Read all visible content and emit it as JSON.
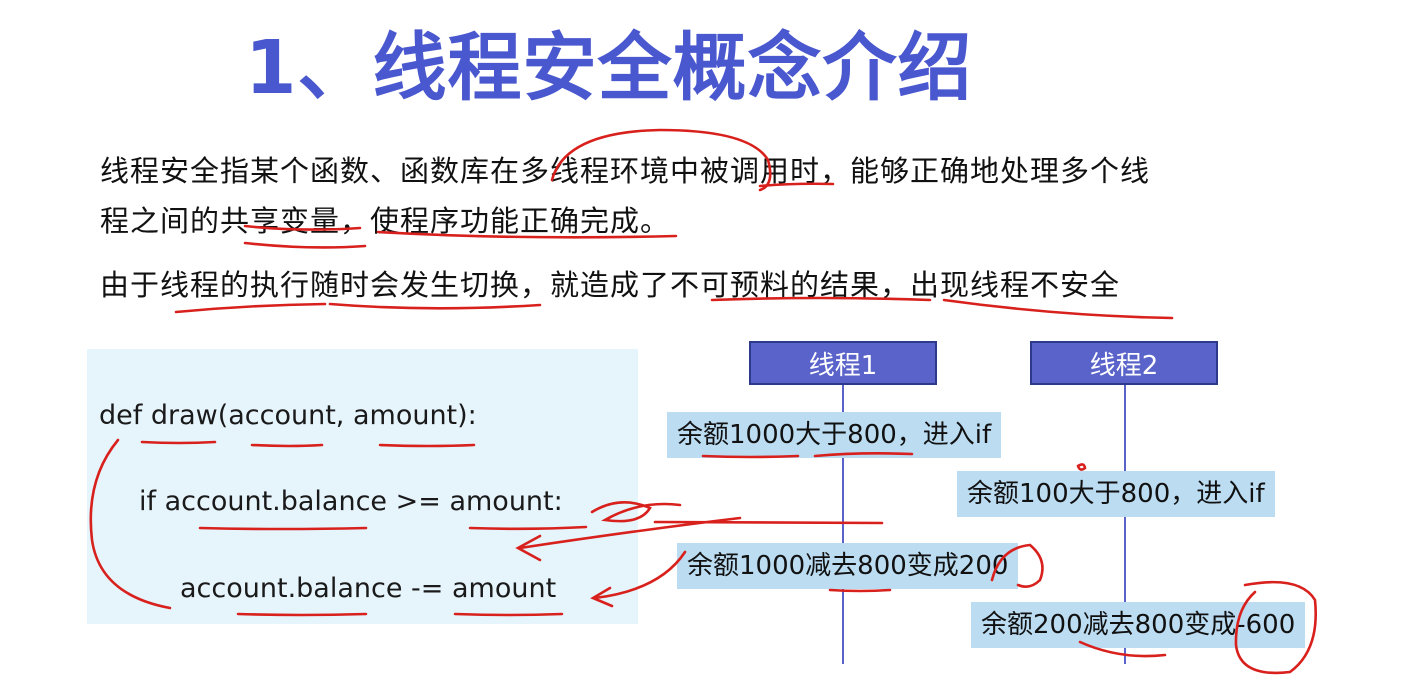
{
  "title": "1、线程安全概念介绍",
  "paragraphs": {
    "p1_line1": "线程安全指某个函数、函数库在多线程环境中被调用时，能够正确地处理多个线",
    "p1_line2": "程之间的共享变量，使程序功能正确完成。",
    "p2": "由于线程的执行随时会发生切换，就造成了不可预料的结果，出现线程不安全"
  },
  "code": {
    "line1": "def draw(account, amount):",
    "line2": "if account.balance >= amount:",
    "line3": "account.balance -= amount"
  },
  "threads": {
    "t1_label": "线程1",
    "t2_label": "线程2"
  },
  "events": {
    "e1": "余额1000大于800，进入if",
    "e2": "余额100大于800，进入if",
    "e3": "余额1000减去800变成200",
    "e4": "余额200减去800变成-600"
  },
  "colors": {
    "title": "#4a58cf",
    "thread_header": "#5a63c9",
    "event_box": "#bcdcf2",
    "code_bg": "#e6f4fc",
    "annotation_ink": "#d8201c"
  }
}
